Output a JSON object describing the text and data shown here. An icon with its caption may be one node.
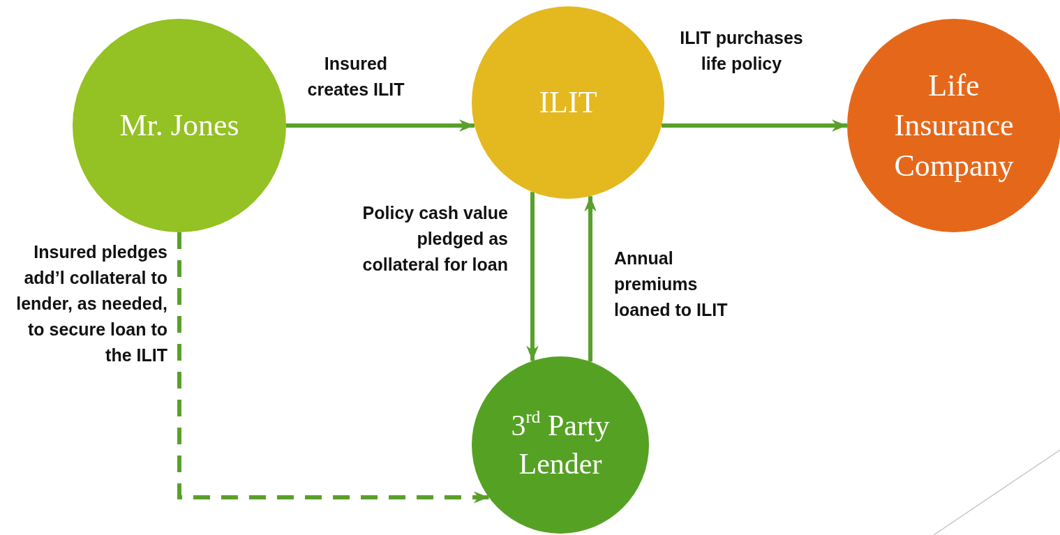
{
  "diagram": {
    "nodes": [
      {
        "text": [
          "Mr. Jones"
        ]
      },
      {
        "text": [
          "ILIT"
        ]
      },
      {
        "text": [
          "Life Insurance Company"
        ]
      },
      {
        "text": [
          "3$^{rd}$ Party Lender"
        ]
      }
    ],
    "edges": [
      {
        "from": 0,
        "to": 1,
        "arrow": "to",
        "label": "Insured creates ILIT"
      },
      {
        "from": 1,
        "to": 2,
        "arrow": "to",
        "label": "ILIT purchases life policy"
      },
      {
        "from": 1,
        "to": 3,
        "arrow": "to",
        "label": "Policy cash value pledged as collateral for loan"
      },
      {
        "from": 3,
        "to": 1,
        "arrow": "to",
        "label": "Annual premiums loaned to ILIT"
      },
      {
        "from": 0,
        "to": 3,
        "arrow": "to",
        "style": "dashed",
        "label": "Insured pledges add’l collateral to lender, as needed, to secure loan to the ILIT"
      }
    ]
  }
}
